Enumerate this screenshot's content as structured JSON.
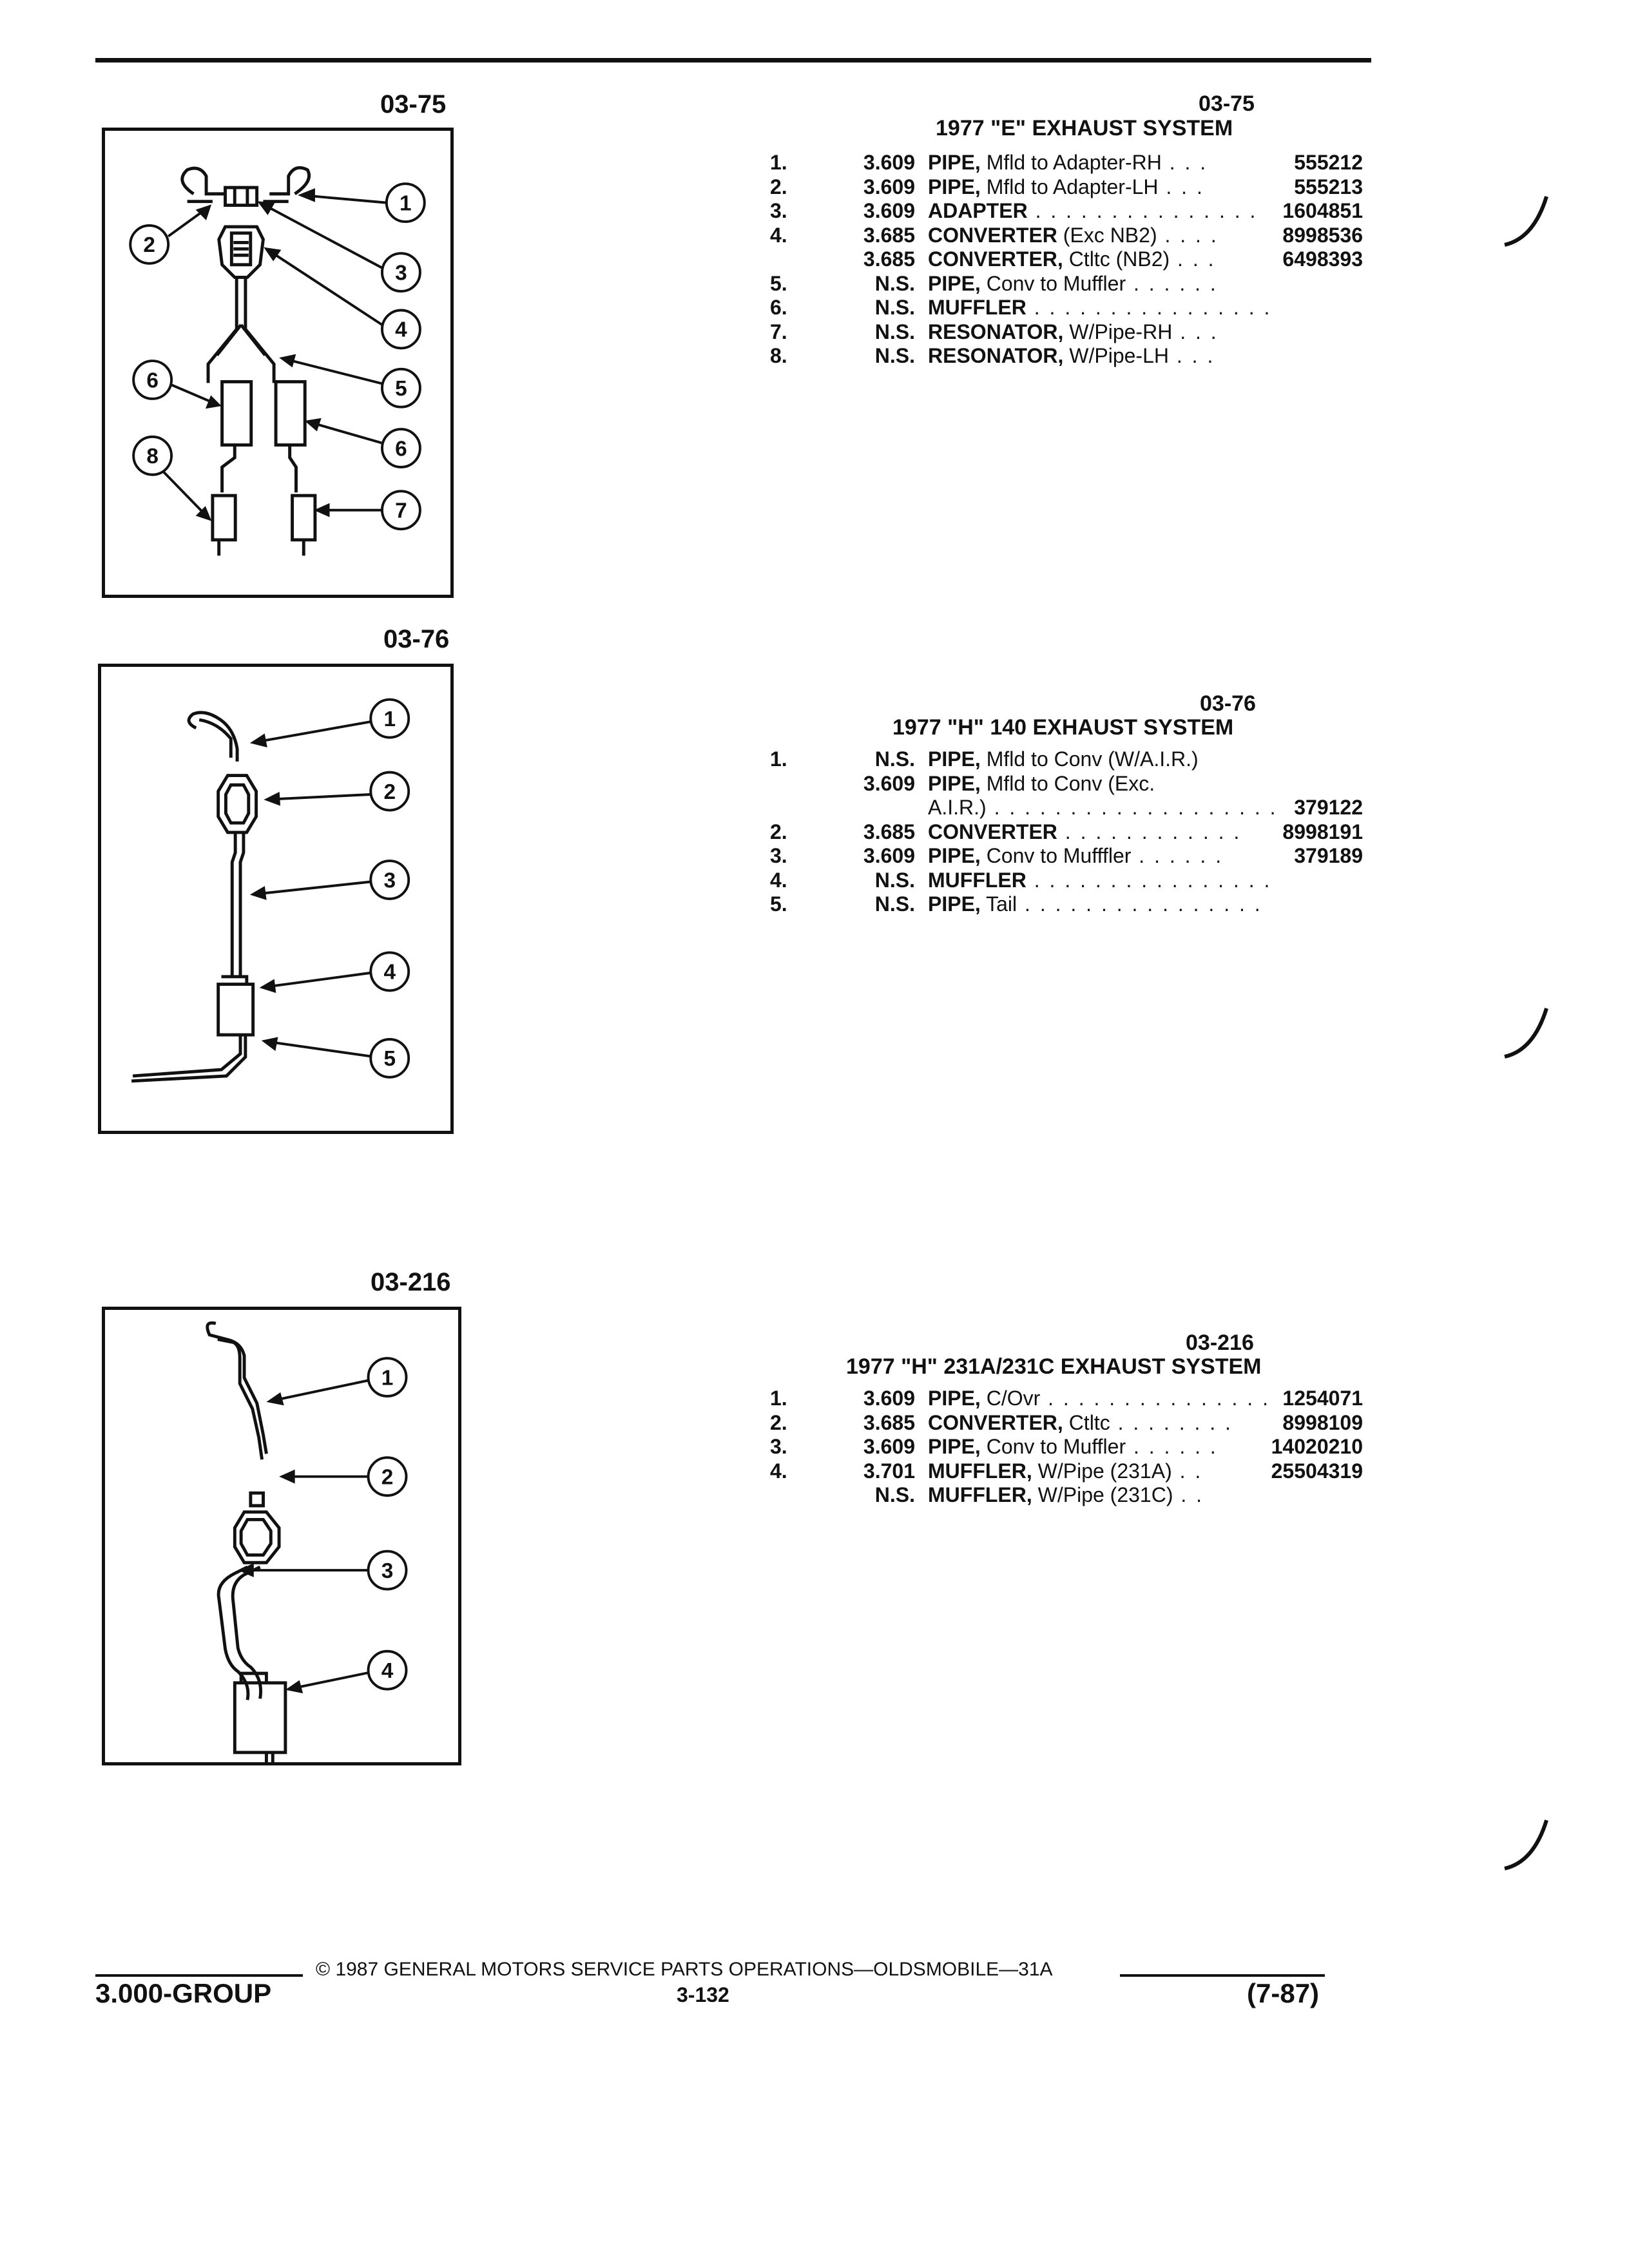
{
  "sections": [
    {
      "figure_label": "03-75",
      "section_number": "03-75",
      "title": "1977 \"E\" EXHAUST SYSTEM",
      "parts": [
        {
          "no": "1.",
          "group": "3.609",
          "name": "PIPE,",
          "desc": " Mfld to Adapter-RH",
          "dots": " . . .",
          "part_no": "555212"
        },
        {
          "no": "2.",
          "group": "3.609",
          "name": "PIPE,",
          "desc": " Mfld to Adapter-LH",
          "dots": " . . .",
          "part_no": "555213"
        },
        {
          "no": "3.",
          "group": "3.609",
          "name": "ADAPTER",
          "desc": "",
          "dots": " . . . . . . . . . . . . . . .",
          "part_no": "1604851"
        },
        {
          "no": "4.",
          "group": "3.685",
          "name": "CONVERTER",
          "desc": " (Exc NB2)",
          "dots": " . . . .",
          "part_no": "8998536"
        },
        {
          "no": "",
          "group": "3.685",
          "name": "CONVERTER,",
          "desc": " Ctltc (NB2)",
          "dots": " . . .",
          "part_no": "6498393"
        },
        {
          "no": "5.",
          "group": "N.S.",
          "name": "PIPE,",
          "desc": " Conv to Muffler",
          "dots": " . . . . . .",
          "part_no": ""
        },
        {
          "no": "6.",
          "group": "N.S.",
          "name": "MUFFLER",
          "desc": "",
          "dots": " . . . . . . . . . . . . . . . .",
          "part_no": ""
        },
        {
          "no": "7.",
          "group": "N.S.",
          "name": "RESONATOR,",
          "desc": " W/Pipe-RH",
          "dots": " . . .",
          "part_no": ""
        },
        {
          "no": "8.",
          "group": "N.S.",
          "name": "RESONATOR,",
          "desc": " W/Pipe-LH",
          "dots": " . . .",
          "part_no": ""
        }
      ]
    },
    {
      "figure_label": "03-76",
      "section_number": "03-76",
      "title": "1977 \"H\" 140 EXHAUST SYSTEM",
      "parts": [
        {
          "no": "1.",
          "group": "N.S.",
          "name": "PIPE,",
          "desc": " Mfld to Conv (W/A.I.R.)",
          "dots": "",
          "part_no": ""
        },
        {
          "no": "",
          "group": "3.609",
          "name": "PIPE,",
          "desc": " Mfld to Conv (Exc.",
          "dots": "",
          "part_no": ""
        },
        {
          "no": "",
          "group": "",
          "name": "",
          "desc": "A.I.R.)",
          "dots": " . . . . . . . . . . . . . . . . . . .",
          "part_no": "379122"
        },
        {
          "no": "2.",
          "group": "3.685",
          "name": "CONVERTER",
          "desc": "",
          "dots": " . . . . . . . . . . . .",
          "part_no": "8998191"
        },
        {
          "no": "3.",
          "group": "3.609",
          "name": "PIPE,",
          "desc": " Conv to Mufffler",
          "dots": " . . . . . .",
          "part_no": "379189"
        },
        {
          "no": "4.",
          "group": "N.S.",
          "name": "MUFFLER",
          "desc": "",
          "dots": " . . . . . . . . . . . . . . . .",
          "part_no": ""
        },
        {
          "no": "5.",
          "group": "N.S.",
          "name": "PIPE,",
          "desc": " Tail",
          "dots": " . . . . . . . . . . . . . . . .",
          "part_no": ""
        }
      ]
    },
    {
      "figure_label": "03-216",
      "section_number": "03-216",
      "title": "1977 \"H\" 231A/231C EXHAUST SYSTEM",
      "parts": [
        {
          "no": "1.",
          "group": "3.609",
          "name": "PIPE,",
          "desc": " C/Ovr",
          "dots": " . . . . . . . . . . . . . . .",
          "part_no": "1254071"
        },
        {
          "no": "2.",
          "group": "3.685",
          "name": "CONVERTER,",
          "desc": " Ctltc",
          "dots": " . . . . . . . .",
          "part_no": "8998109"
        },
        {
          "no": "3.",
          "group": "3.609",
          "name": "PIPE,",
          "desc": " Conv to Muffler",
          "dots": " . . . . . .",
          "part_no": "14020210"
        },
        {
          "no": "4.",
          "group": "3.701",
          "name": "MUFFLER,",
          "desc": " W/Pipe (231A)",
          "dots": " . .",
          "part_no": "25504319"
        },
        {
          "no": "",
          "group": "N.S.",
          "name": "MUFFLER,",
          "desc": " W/Pipe (231C)",
          "dots": " . .",
          "part_no": ""
        }
      ]
    }
  ],
  "callouts": {
    "fig1": [
      "1",
      "2",
      "3",
      "4",
      "5",
      "6",
      "6",
      "8",
      "7"
    ],
    "fig2": [
      "1",
      "2",
      "3",
      "4",
      "5"
    ],
    "fig3": [
      "1",
      "2",
      "3",
      "4"
    ]
  },
  "footer": {
    "copyright": "© 1987 GENERAL MOTORS SERVICE PARTS OPERATIONS—OLDSMOBILE—31A",
    "group": "3.000-GROUP",
    "page": "3-132",
    "date": "(7-87)"
  }
}
